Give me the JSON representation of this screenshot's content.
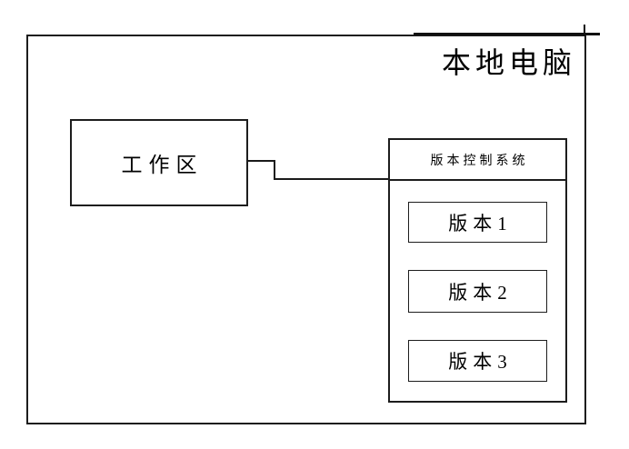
{
  "colors": {
    "line": "#1d1d1d",
    "background": "#ffffff",
    "text": "#000000"
  },
  "diagram": {
    "outer": {
      "title": "本地电脑"
    },
    "workspace": {
      "label": "工作区"
    },
    "vcs": {
      "title": "版本控制系统",
      "versions": [
        {
          "label": "版本1"
        },
        {
          "label": "版本2"
        },
        {
          "label": "版本3"
        }
      ]
    }
  }
}
